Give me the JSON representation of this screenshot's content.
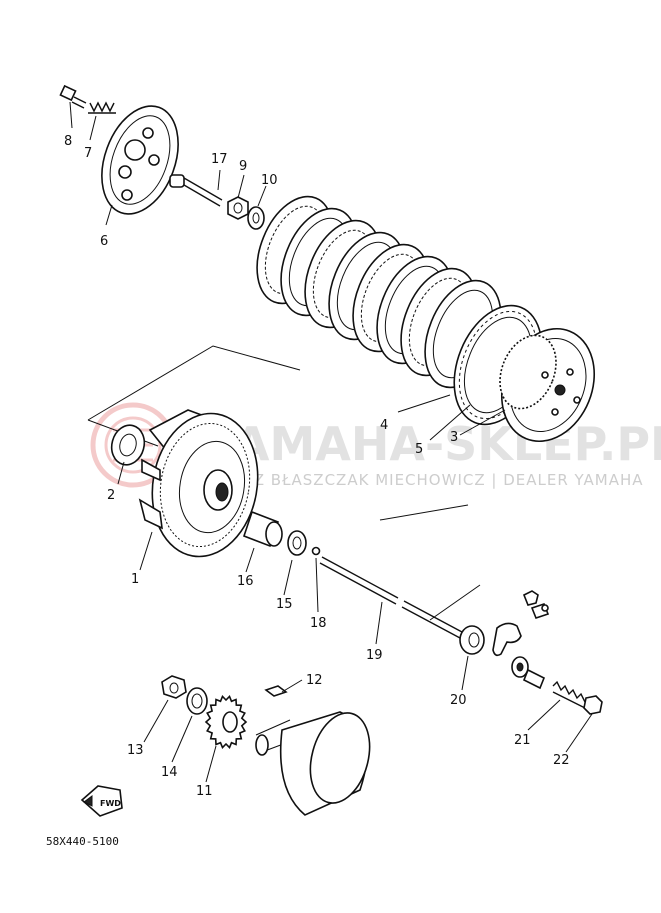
{
  "diagram": {
    "diagram_code": "58X440-5100",
    "fwd_label": "FWD",
    "watermark": {
      "brand": "YAMAHA-SKLEP.PL",
      "tagline": "ŁUKASZ BŁASZCZAK MIECHOWICZ | DEALER YAMAHA"
    },
    "callouts": [
      {
        "id": "1",
        "label": "1"
      },
      {
        "id": "2",
        "label": "2"
      },
      {
        "id": "3",
        "label": "3"
      },
      {
        "id": "4",
        "label": "4"
      },
      {
        "id": "5",
        "label": "5"
      },
      {
        "id": "6",
        "label": "6"
      },
      {
        "id": "7",
        "label": "7"
      },
      {
        "id": "8",
        "label": "8"
      },
      {
        "id": "9",
        "label": "9"
      },
      {
        "id": "10",
        "label": "10"
      },
      {
        "id": "11",
        "label": "11"
      },
      {
        "id": "12",
        "label": "12"
      },
      {
        "id": "13",
        "label": "13"
      },
      {
        "id": "14",
        "label": "14"
      },
      {
        "id": "15",
        "label": "15"
      },
      {
        "id": "16",
        "label": "16"
      },
      {
        "id": "17",
        "label": "17"
      },
      {
        "id": "18",
        "label": "18"
      },
      {
        "id": "19",
        "label": "19"
      },
      {
        "id": "20",
        "label": "20"
      },
      {
        "id": "21",
        "label": "21"
      },
      {
        "id": "22",
        "label": "22"
      }
    ]
  }
}
